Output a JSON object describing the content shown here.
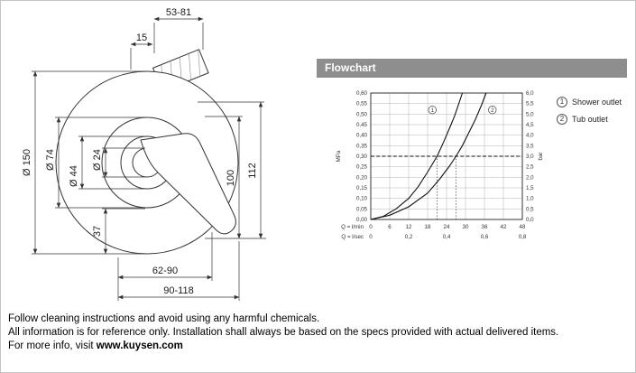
{
  "drawing": {
    "dims": {
      "top_span": "53-81",
      "top_offset": "15",
      "dia_outer": "Ø 150",
      "dia_sleeve": "Ø 74",
      "dia_ring": "Ø 44",
      "dia_stem": "Ø 24",
      "bottom_offset": "37",
      "depth_min": "100",
      "depth_max": "112",
      "span_inner": "62-90",
      "span_outer": "90-118"
    }
  },
  "flowchart": {
    "title": "Flowchart",
    "title_bg": "#8e8e8e"
  },
  "chart_data": {
    "type": "line",
    "title": "Flowchart",
    "xlabel_primary": "Q = l/min",
    "xlabel_secondary": "Q = l/sec",
    "ylabel_left": "MPa",
    "ylabel_right": "bar",
    "xlim": [
      0,
      48
    ],
    "ylim": [
      0,
      0.6
    ],
    "grid": true,
    "legend_position": "right",
    "x_ticks_lmin": [
      0,
      6,
      12,
      18,
      24,
      30,
      36,
      42,
      48
    ],
    "x_ticks_lsec": {
      "labels": [
        "0",
        "0,2",
        "0,4",
        "0,6",
        "0,8"
      ],
      "positions_lmin": [
        0,
        12,
        24,
        36,
        48
      ]
    },
    "y_ticks_mpa": [
      "0,60",
      "0,55",
      "0,50",
      "0,45",
      "0,40",
      "0,35",
      "0,30",
      "0,25",
      "0,20",
      "0,15",
      "0,10",
      "0,05",
      "0,00"
    ],
    "y_ticks_bar": [
      "6,0",
      "5,5",
      "5,0",
      "4,5",
      "4,0",
      "3,5",
      "3,0",
      "2,5",
      "2,0",
      "1,5",
      "1,0",
      "0,5",
      "0,0"
    ],
    "reference_line_mpa": 0.3,
    "guide_lines_lmin": [
      21,
      27
    ],
    "series": [
      {
        "marker": "1",
        "name": "Shower outlet",
        "marker_pos": [
          19.5,
          0.52
        ],
        "points": [
          [
            0,
            0
          ],
          [
            4,
            0.015
          ],
          [
            8,
            0.05
          ],
          [
            12,
            0.1
          ],
          [
            15,
            0.155
          ],
          [
            18,
            0.225
          ],
          [
            21,
            0.3
          ],
          [
            23,
            0.365
          ],
          [
            25,
            0.435
          ],
          [
            26.5,
            0.49
          ],
          [
            28,
            0.555
          ],
          [
            29,
            0.6
          ]
        ]
      },
      {
        "marker": "2",
        "name": "Tub outlet",
        "marker_pos": [
          38.5,
          0.52
        ],
        "points": [
          [
            0,
            0
          ],
          [
            6,
            0.02
          ],
          [
            12,
            0.06
          ],
          [
            18,
            0.125
          ],
          [
            22,
            0.195
          ],
          [
            25,
            0.255
          ],
          [
            27,
            0.3
          ],
          [
            29,
            0.35
          ],
          [
            31,
            0.41
          ],
          [
            33,
            0.47
          ],
          [
            35,
            0.54
          ],
          [
            36.5,
            0.6
          ]
        ]
      }
    ]
  },
  "footer": {
    "line1": "Follow cleaning instructions and avoid using any harmful chemicals.",
    "line2": "All information is for reference only. Installation shall always be based on the specs provided with actual delivered items.",
    "line3_prefix": "For more info, visit ",
    "line3_link": "www.kuysen.com"
  }
}
